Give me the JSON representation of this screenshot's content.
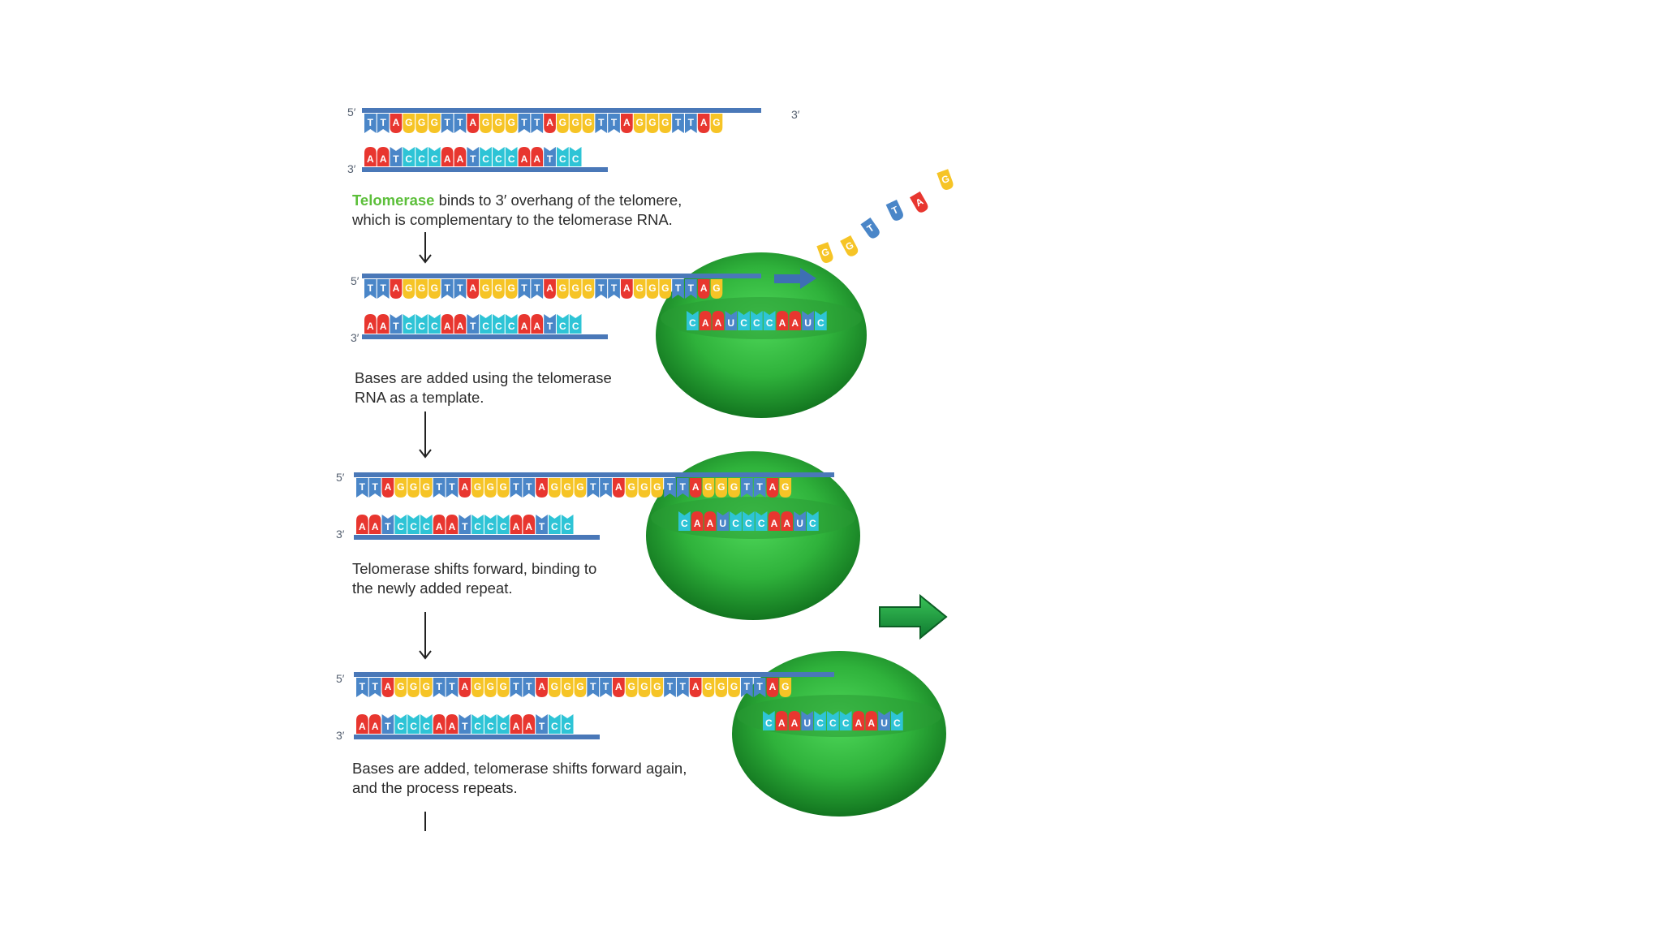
{
  "figure": {
    "labels": {
      "five_prime": "5′",
      "three_prime": "3′"
    },
    "colors": {
      "T": "#4a86c8",
      "A": "#e8362f",
      "G": "#f6c426",
      "C": "#2ec4d6",
      "U": "#4a86c8",
      "backbone": "#4a78b8",
      "telomerase": "#2fa33a",
      "letter": "#ffffff"
    },
    "steps": [
      {
        "caption_highlight": "Telomerase",
        "caption_line1": " binds to 3′ overhang of the telomere,",
        "caption_line2": "which is complementary to the telomerase RNA.",
        "top_strand": "TTAGGGTTAGGGTTAGGGTTAGGGTTAG",
        "bottom_strand": "AATCCCAATCCCAATCC",
        "rna_template": "",
        "has_enzyme": false
      },
      {
        "caption_highlight": "",
        "caption_line1": "Bases are added using the telomerase",
        "caption_line2": "RNA as a template.",
        "top_strand": "TTAGGGTTAGGGTTAGGGTTAGGGTTAG",
        "bottom_strand": "AATCCCAATCCCAATCC",
        "rna_template": "CAAUCCCAAUC",
        "has_enzyme": true,
        "incoming_bases": "GGTTAG"
      },
      {
        "caption_highlight": "",
        "caption_line1": "Telomerase shifts forward, binding to",
        "caption_line2": "the newly added repeat.",
        "top_strand": "TTAGGGTTAGGGTTAGGGTTAGGGTTAGGGTTAG",
        "bottom_strand": "AATCCCAATCCCAATCC",
        "rna_template": "CAAUCCCAAUC",
        "has_enzyme": true
      },
      {
        "caption_highlight": "",
        "caption_line1": "Bases are added, telomerase shifts forward again,",
        "caption_line2": "and the process repeats.",
        "top_strand": "TTAGGGTTAGGGTTAGGGTTAGGGTTAGGGTTAG",
        "bottom_strand": "AATCCCAATCCCAATCC",
        "rna_template": "CAAUCCCAAUC",
        "has_enzyme": true
      }
    ]
  }
}
